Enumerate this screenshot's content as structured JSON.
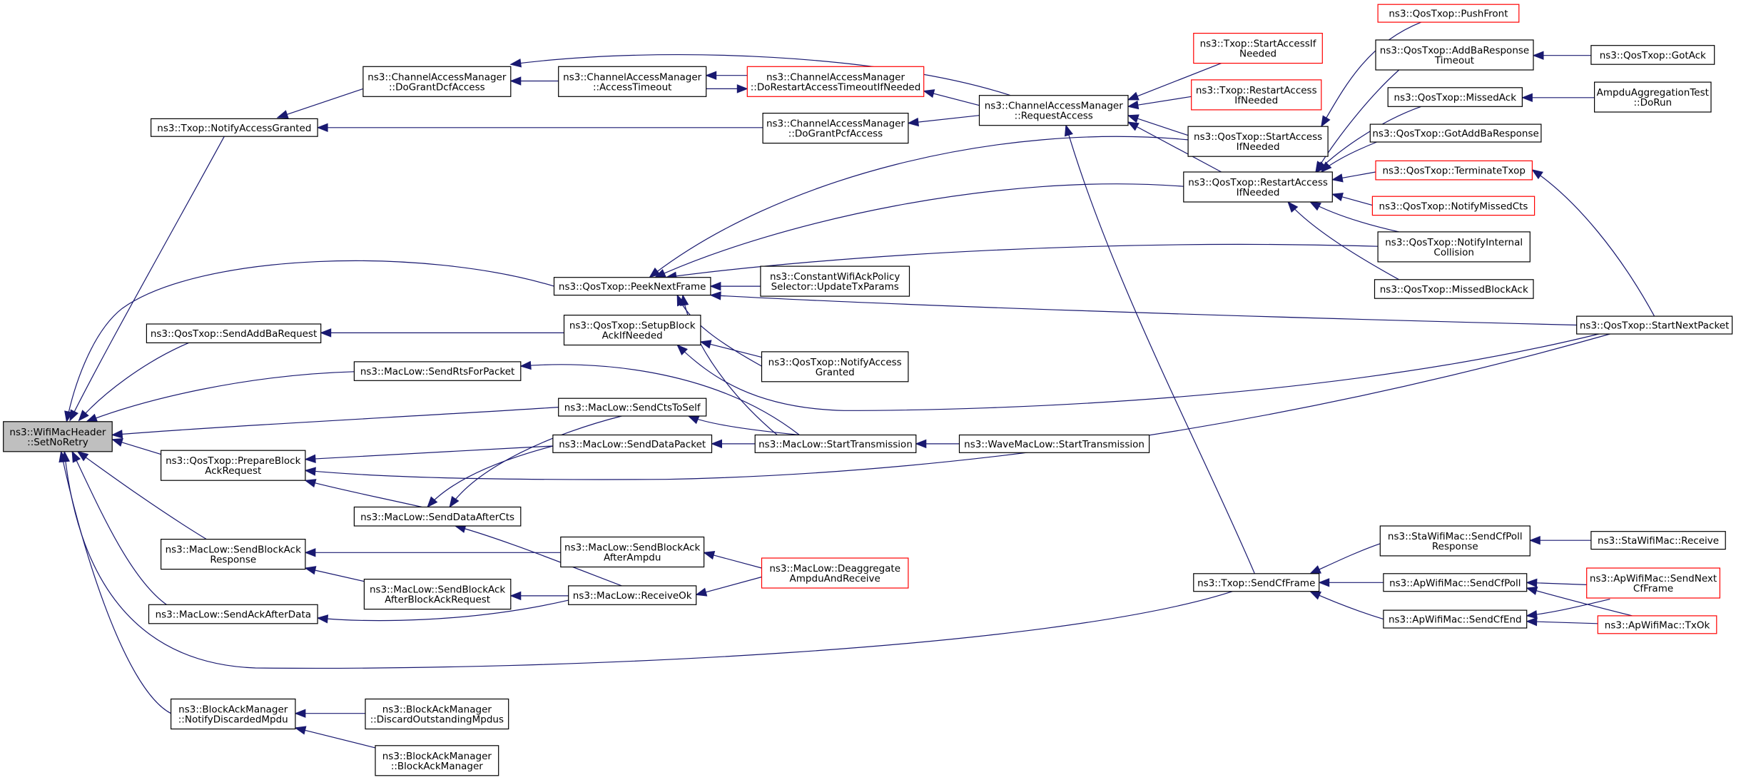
{
  "colors": {
    "edge": "#191970",
    "normal_border": "#000000",
    "truncated_border": "#ff0000",
    "focus_fill": "#bfbfbf",
    "node_fill": "#ffffff"
  },
  "nodes": {
    "setnoretry": {
      "lines": [
        "ns3::WifiMacHeader",
        "::SetNoRetry"
      ],
      "style": "focus"
    },
    "notifyaccessgranted": {
      "lines": [
        "ns3::Txop::NotifyAccessGranted"
      ],
      "style": "normal"
    },
    "sendaddbarequest": {
      "lines": [
        "ns3::QosTxop::SendAddBaRequest"
      ],
      "style": "normal"
    },
    "preparebar": {
      "lines": [
        "ns3::QosTxop::PrepareBlock",
        "AckRequest"
      ],
      "style": "normal"
    },
    "sendbaresponse": {
      "lines": [
        "ns3::MacLow::SendBlockAck",
        "Response"
      ],
      "style": "normal"
    },
    "sendackafterdata": {
      "lines": [
        "ns3::MacLow::SendAckAfterData"
      ],
      "style": "normal"
    },
    "notifydiscarded": {
      "lines": [
        "ns3::BlockAckManager",
        "::NotifyDiscardedMpdu"
      ],
      "style": "normal"
    },
    "dograntdcf": {
      "lines": [
        "ns3::ChannelAccessManager",
        "::DoGrantDcfAccess"
      ],
      "style": "normal"
    },
    "sendrts": {
      "lines": [
        "ns3::MacLow::SendRtsForPacket"
      ],
      "style": "normal"
    },
    "senddataaftercts": {
      "lines": [
        "ns3::MacLow::SendDataAfterCts"
      ],
      "style": "normal"
    },
    "sendbaafterbar": {
      "lines": [
        "ns3::MacLow::SendBlockAck",
        "AfterBlockAckRequest"
      ],
      "style": "normal"
    },
    "discardoutstanding": {
      "lines": [
        "ns3::BlockAckManager",
        "::DiscardOutstandingMpdus"
      ],
      "style": "normal"
    },
    "bamctor": {
      "lines": [
        "ns3::BlockAckManager",
        "::BlockAckManager"
      ],
      "style": "normal"
    },
    "accesstimeout": {
      "lines": [
        "ns3::ChannelAccessManager",
        "::AccessTimeout"
      ],
      "style": "normal"
    },
    "peeknextframe": {
      "lines": [
        "ns3::QosTxop::PeekNextFrame"
      ],
      "style": "normal"
    },
    "setupblockack": {
      "lines": [
        "ns3::QosTxop::SetupBlock",
        "AckIfNeeded"
      ],
      "style": "normal"
    },
    "sendctstoself": {
      "lines": [
        "ns3::MacLow::SendCtsToSelf"
      ],
      "style": "normal"
    },
    "senddatapacket": {
      "lines": [
        "ns3::MacLow::SendDataPacket"
      ],
      "style": "normal"
    },
    "sendbaafterampdu": {
      "lines": [
        "ns3::MacLow::SendBlockAck",
        "AfterAmpdu"
      ],
      "style": "normal"
    },
    "receiveok": {
      "lines": [
        "ns3::MacLow::ReceiveOk"
      ],
      "style": "normal"
    },
    "dorestart": {
      "lines": [
        "ns3::ChannelAccessManager",
        "::DoRestartAccessTimeoutIfNeeded"
      ],
      "style": "truncated"
    },
    "dograntpcf": {
      "lines": [
        "ns3::ChannelAccessManager",
        "::DoGrantPcfAccess"
      ],
      "style": "normal"
    },
    "constwifiack": {
      "lines": [
        "ns3::ConstantWifiAckPolicy",
        "Selector::UpdateTxParams"
      ],
      "style": "normal"
    },
    "qosnotifyaccess": {
      "lines": [
        "ns3::QosTxop::NotifyAccess",
        "Granted"
      ],
      "style": "normal"
    },
    "starttransmission": {
      "lines": [
        "ns3::MacLow::StartTransmission"
      ],
      "style": "normal"
    },
    "deaggregate": {
      "lines": [
        "ns3::MacLow::Deaggregate",
        "AmpduAndReceive"
      ],
      "style": "truncated"
    },
    "requestaccess": {
      "lines": [
        "ns3::ChannelAccessManager",
        "::RequestAccess"
      ],
      "style": "normal"
    },
    "wavestarttx": {
      "lines": [
        "ns3::WaveMacLow::StartTransmission"
      ],
      "style": "normal"
    },
    "txopstartaccess": {
      "lines": [
        "ns3::Txop::StartAccessIf",
        "Needed"
      ],
      "style": "truncated"
    },
    "txoprestartaccess": {
      "lines": [
        "ns3::Txop::RestartAccess",
        "IfNeeded"
      ],
      "style": "truncated"
    },
    "qosstartaccess": {
      "lines": [
        "ns3::QosTxop::StartAccess",
        "IfNeeded"
      ],
      "style": "normal"
    },
    "qosrestartaccess": {
      "lines": [
        "ns3::QosTxop::RestartAccess",
        "IfNeeded"
      ],
      "style": "normal"
    },
    "sendcfframe": {
      "lines": [
        "ns3::Txop::SendCfFrame"
      ],
      "style": "normal"
    },
    "pushfront": {
      "lines": [
        "ns3::QosTxop::PushFront"
      ],
      "style": "truncated"
    },
    "addbaresptimeout": {
      "lines": [
        "ns3::QosTxop::AddBaResponse",
        "Timeout"
      ],
      "style": "normal"
    },
    "missedack": {
      "lines": [
        "ns3::QosTxop::MissedAck"
      ],
      "style": "normal"
    },
    "gotaddbaresp": {
      "lines": [
        "ns3::QosTxop::GotAddBaResponse"
      ],
      "style": "normal"
    },
    "terminatetxop": {
      "lines": [
        "ns3::QosTxop::TerminateTxop"
      ],
      "style": "truncated"
    },
    "notifymissedcts": {
      "lines": [
        "ns3::QosTxop::NotifyMissedCts"
      ],
      "style": "truncated"
    },
    "notifyinternal": {
      "lines": [
        "ns3::QosTxop::NotifyInternal",
        "Collision"
      ],
      "style": "normal"
    },
    "missedblockack": {
      "lines": [
        "ns3::QosTxop::MissedBlockAck"
      ],
      "style": "normal"
    },
    "stasendcfpoll": {
      "lines": [
        "ns3::StaWifiMac::SendCfPoll",
        "Response"
      ],
      "style": "normal"
    },
    "apsendcfpoll": {
      "lines": [
        "ns3::ApWifiMac::SendCfPoll"
      ],
      "style": "normal"
    },
    "apsendcfend": {
      "lines": [
        "ns3::ApWifiMac::SendCfEnd"
      ],
      "style": "normal"
    },
    "gotack": {
      "lines": [
        "ns3::QosTxop::GotAck"
      ],
      "style": "normal"
    },
    "ampdutest": {
      "lines": [
        "AmpduAggregationTest",
        "::DoRun"
      ],
      "style": "normal"
    },
    "startnextpacket": {
      "lines": [
        "ns3::QosTxop::StartNextPacket"
      ],
      "style": "normal"
    },
    "stareceive": {
      "lines": [
        "ns3::StaWifiMac::Receive"
      ],
      "style": "normal"
    },
    "apsendnextcf": {
      "lines": [
        "ns3::ApWifiMac::SendNext",
        "CfFrame"
      ],
      "style": "truncated"
    },
    "aptxok": {
      "lines": [
        "ns3::ApWifiMac::TxOk"
      ],
      "style": "truncated"
    }
  }
}
